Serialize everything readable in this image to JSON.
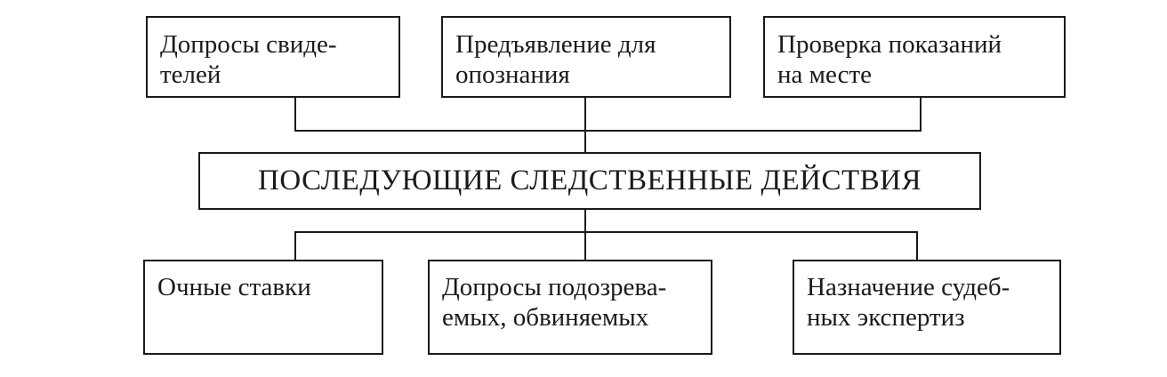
{
  "diagram": {
    "center": {
      "label": "ПОСЛЕДУЮЩИЕ СЛЕДСТВЕННЫЕ ДЕЙСТВИЯ"
    },
    "top_nodes": [
      {
        "lines": [
          "Допросы свиде-",
          "телей"
        ]
      },
      {
        "lines": [
          "Предъявление для",
          "опознания"
        ]
      },
      {
        "lines": [
          "Проверка показаний",
          "на месте"
        ]
      }
    ],
    "bottom_nodes": [
      {
        "lines": [
          "Очные ставки"
        ]
      },
      {
        "lines": [
          "Допросы подозрева-",
          "емых, обвиняемых"
        ]
      },
      {
        "lines": [
          "Назначение судеб-",
          "ных экспертиз"
        ]
      }
    ],
    "colors": {
      "line": "#1a1a1a",
      "background": "#ffffff"
    }
  }
}
